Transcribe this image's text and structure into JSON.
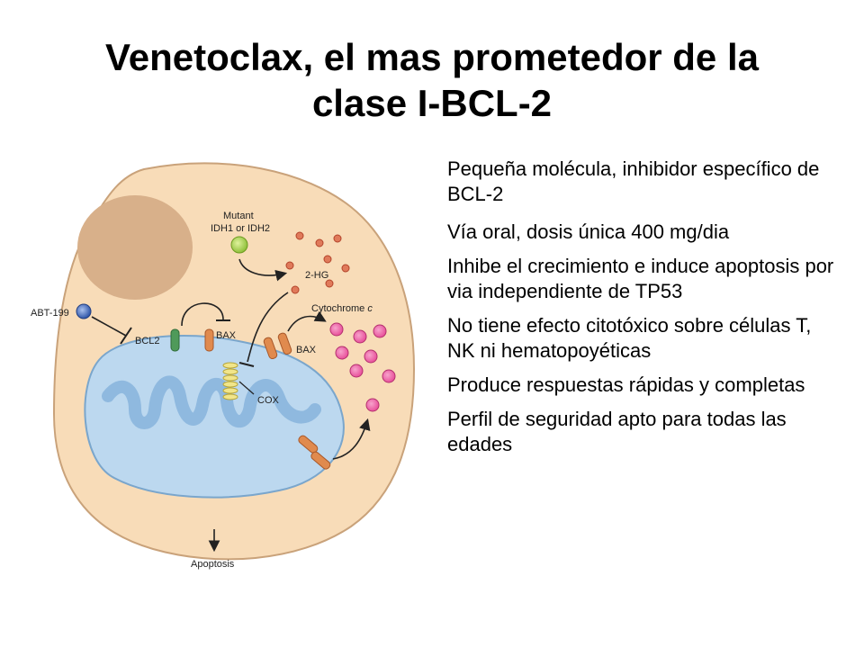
{
  "slide": {
    "title_line1": "Venetoclax, el mas prometedor de la",
    "title_line2": "clase I-BCL-2"
  },
  "bullets": [
    "Pequeña molécula, inhibidor específico de BCL-2",
    "Vía oral, dosis única 400 mg/dia",
    "Inhibe el crecimiento e induce apoptosis por via independiente de TP53",
    "No tiene efecto citotóxico sobre células T, NK ni hematopoyéticas",
    "Produce respuestas rápidas y completas",
    "Perfil de seguridad apto para todas las edades"
  ],
  "diagram": {
    "labels": {
      "mutant_line1": "Mutant",
      "mutant_line2": "IDH1 or IDH2",
      "hg": "2-HG",
      "abt": "ABT-199",
      "bcl2": "BCL2",
      "bax1": "BAX",
      "bax2": "BAX",
      "cytochrome": "Cytochrome",
      "cytochrome_c": "c",
      "cox": "COX",
      "apoptosis": "Apoptosis"
    },
    "colors": {
      "cell": "#f8dcb8",
      "cell_outline": "#c9a27a",
      "nucleus": "#d8b08a",
      "mito": "#bcd8ef",
      "mito_outline": "#7aa6cc",
      "bcl2": "#4f9a5a",
      "bax": "#e08a4e",
      "cytochrome": "#e8509a",
      "hg_dot": "#d9532e",
      "idh": "#a6d04a",
      "abt": "#3d63b8"
    }
  }
}
